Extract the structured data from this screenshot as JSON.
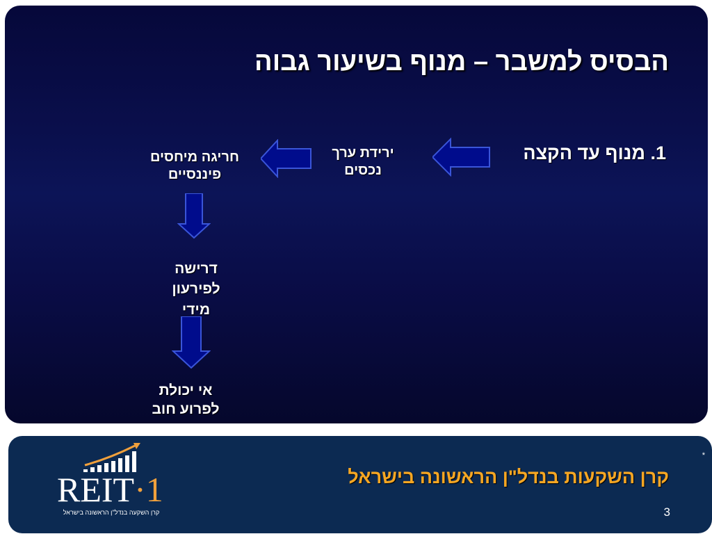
{
  "slide": {
    "title": "הבסיס למשבר – מנוף בשיעור גבוה",
    "item1": "1. מנוף עד הקצה",
    "flow": {
      "asset_decline": [
        "ירידת ערך",
        "נכסים"
      ],
      "ratio_breach": [
        "חריגה מיחסים",
        "פיננסיים"
      ],
      "immediate_repayment": [
        "דרישה",
        "לפירעון",
        "מידי"
      ],
      "debt_inability": [
        "אי יכולת",
        "לפרוע חוב"
      ]
    },
    "colors": {
      "arrow_fill": "#000c8c",
      "arrow_edge": "#3a55d8",
      "background_top": "#06083a",
      "background_mid": "#0c1457"
    }
  },
  "footer": {
    "logo_main": "REIT",
    "logo_dot": "·",
    "logo_num": "1",
    "logo_tagline": "קרן השקעה בנדל\"ן הראשונה בישראל",
    "title": "קרן השקעות בנדל\"ן הראשונה בישראל",
    "star": "*",
    "page_number": "3",
    "accent_color": "#f5a623"
  }
}
